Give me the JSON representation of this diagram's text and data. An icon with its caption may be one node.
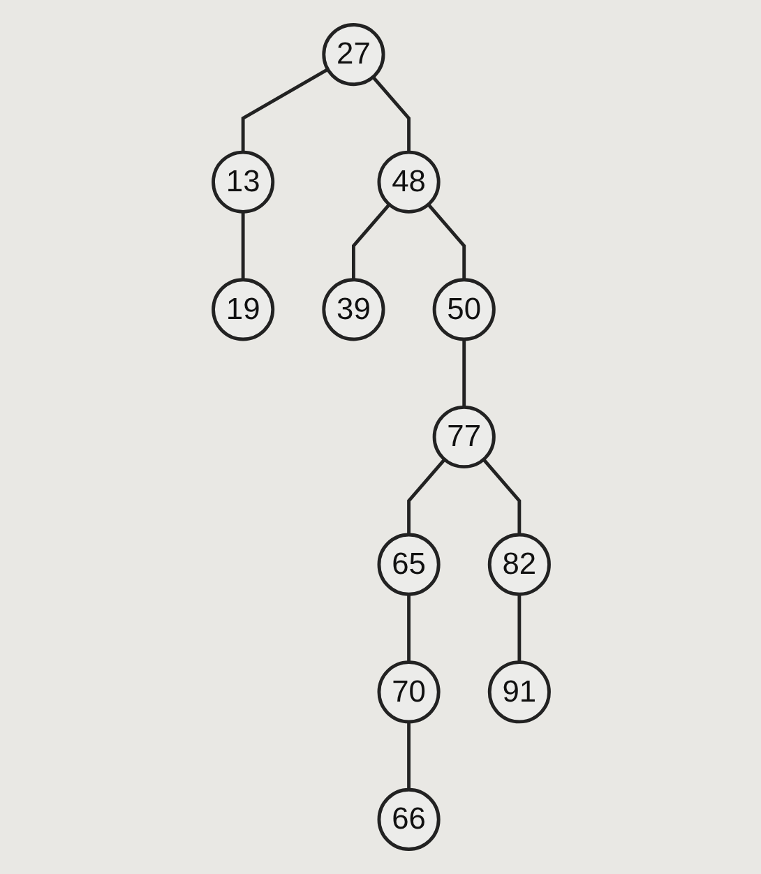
{
  "diagram": {
    "nodes": [
      {
        "text": [
          "27"
        ]
      },
      {
        "text": [
          "13"
        ]
      },
      {
        "text": [
          "48"
        ]
      },
      {
        "text": [
          "19"
        ]
      },
      {
        "text": [
          "39"
        ]
      },
      {
        "text": [
          "50"
        ]
      },
      {
        "text": [
          "77"
        ]
      },
      {
        "text": [
          "65"
        ]
      },
      {
        "text": [
          "82"
        ]
      },
      {
        "text": [
          "70"
        ]
      },
      {
        "text": [
          "91"
        ]
      },
      {
        "text": [
          "66"
        ]
      }
    ],
    "edges": [
      {
        "from": 0,
        "to": 1,
        "arrow": "none"
      },
      {
        "from": 0,
        "to": 2,
        "arrow": "none"
      },
      {
        "from": 1,
        "to": 3,
        "arrow": "none"
      },
      {
        "from": 2,
        "to": 4,
        "arrow": "none"
      },
      {
        "from": 2,
        "to": 5,
        "arrow": "none"
      },
      {
        "from": 5,
        "to": 6,
        "arrow": "none"
      },
      {
        "from": 6,
        "to": 7,
        "arrow": "none"
      },
      {
        "from": 6,
        "to": 8,
        "arrow": "none"
      },
      {
        "from": 7,
        "to": 9,
        "arrow": "none"
      },
      {
        "from": 8,
        "to": 10,
        "arrow": "none"
      },
      {
        "from": 9,
        "to": 11,
        "arrow": "none"
      }
    ]
  }
}
